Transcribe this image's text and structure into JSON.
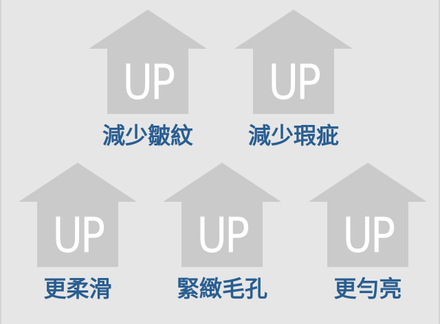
{
  "colors": {
    "background": "#e6e6e6",
    "house": "#cacaca",
    "up_text": "#ffffff",
    "label": "#2a5e91"
  },
  "icon": "house-up-arrow-icon",
  "badges": [
    {
      "up": "UP",
      "label": "減少皺紋"
    },
    {
      "up": "UP",
      "label": "減少瑕疵"
    },
    {
      "up": "UP",
      "label": "更柔滑"
    },
    {
      "up": "UP",
      "label": "緊緻毛孔"
    },
    {
      "up": "UP",
      "label": "更勻亮"
    }
  ]
}
